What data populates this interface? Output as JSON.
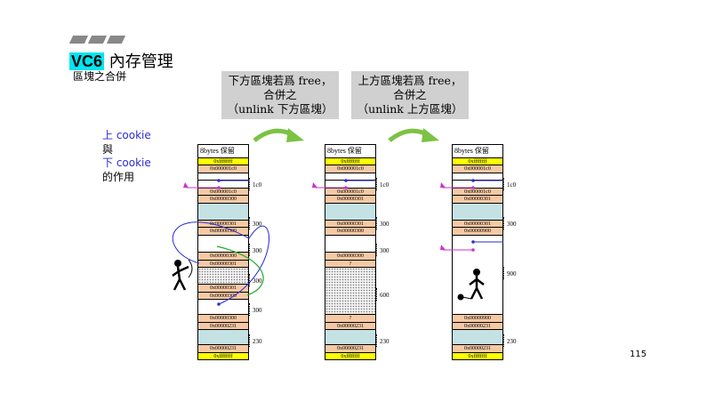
{
  "title": {
    "vc6": "VC6",
    "rest": " 內存管理"
  },
  "subtitle": "區塊之合併",
  "side_note": {
    "line1": "上 cookie",
    "line2": "與",
    "line3": "下 cookie",
    "line4": "的作用"
  },
  "callout_left": {
    "line1": "下方區塊若爲 free，",
    "line2": "合併之",
    "line3": "（unlink 下方區塊）"
  },
  "callout_right": {
    "line1": "上方區塊若爲 free，",
    "line2": "合併之",
    "line3": "（unlink 上方區塊）"
  },
  "page_number": "115",
  "colors": {
    "cookie_bg": "#f6c9a5",
    "reserved_bg": "#ffff00",
    "block_bg": "#c4e1e4",
    "arrow_green": "#7cc243",
    "link_blue": "#2b2bd6",
    "link_magenta": "#cc33cc"
  },
  "columns": [
    {
      "header": "8bytes 保留",
      "cells": [
        {
          "text": "0xffffffff",
          "style": "yel"
        },
        {
          "text": "0x000001c0",
          "style": "pch"
        },
        {
          "text": "",
          "style": "wht"
        },
        {
          "text": "",
          "style": "wht"
        },
        {
          "text": "0x000001c0",
          "style": "pch"
        },
        {
          "text": "0x00000300",
          "style": "pch"
        },
        {
          "text": "",
          "style": "teal"
        },
        {
          "text": "0x00000301",
          "style": "pch"
        },
        {
          "text": "0x00000300",
          "style": "pch"
        },
        {
          "text": "",
          "style": "wht"
        },
        {
          "text": "0x00000300",
          "style": "pch"
        },
        {
          "text": "0x00000301",
          "style": "pch"
        },
        {
          "text": "",
          "style": "dots"
        },
        {
          "text": "0x00000301",
          "style": "pch"
        },
        {
          "text": "0x00000300",
          "style": "pch"
        },
        {
          "text": "",
          "style": "wht"
        },
        {
          "text": "0x00000300",
          "style": "pch"
        },
        {
          "text": "0x00000231",
          "style": "pch"
        },
        {
          "text": "",
          "style": "teal"
        },
        {
          "text": "0x00000231",
          "style": "pch"
        },
        {
          "text": "0xffffffff",
          "style": "yel"
        }
      ],
      "sizes": [
        "1c0",
        "300",
        "300",
        "300",
        "300",
        "230"
      ]
    },
    {
      "header": "8bytes 保留",
      "cells": [
        {
          "text": "0xffffffff",
          "style": "yel"
        },
        {
          "text": "0x000001c0",
          "style": "pch"
        },
        {
          "text": "",
          "style": "wht"
        },
        {
          "text": "",
          "style": "wht"
        },
        {
          "text": "0x000001c0",
          "style": "pch"
        },
        {
          "text": "0x00000301",
          "style": "pch"
        },
        {
          "text": "",
          "style": "teal"
        },
        {
          "text": "0x00000301",
          "style": "pch"
        },
        {
          "text": "0x00000300",
          "style": "pch"
        },
        {
          "text": "",
          "style": "wht"
        },
        {
          "text": "0x00000300",
          "style": "pch"
        },
        {
          "text": "?",
          "style": "pch"
        },
        {
          "text": "",
          "style": "dots"
        },
        {
          "text": "?",
          "style": "pch"
        },
        {
          "text": "0x00000231",
          "style": "pch"
        },
        {
          "text": "",
          "style": "teal"
        },
        {
          "text": "0x00000231",
          "style": "pch"
        },
        {
          "text": "0xffffffff",
          "style": "yel"
        }
      ],
      "sizes": [
        "1c0",
        "300",
        "300",
        "600",
        "230"
      ]
    },
    {
      "header": "8bytes 保留",
      "cells": [
        {
          "text": "0xffffffff",
          "style": "yel"
        },
        {
          "text": "0x000001c0",
          "style": "pch"
        },
        {
          "text": "",
          "style": "wht"
        },
        {
          "text": "",
          "style": "wht"
        },
        {
          "text": "0x000001c0",
          "style": "pch"
        },
        {
          "text": "0x00000301",
          "style": "pch"
        },
        {
          "text": "",
          "style": "teal"
        },
        {
          "text": "0x00000301",
          "style": "pch"
        },
        {
          "text": "0x00000900",
          "style": "pch"
        },
        {
          "text": "",
          "style": "wht"
        },
        {
          "text": "0x00000900",
          "style": "pch"
        },
        {
          "text": "0x00000231",
          "style": "pch"
        },
        {
          "text": "",
          "style": "teal"
        },
        {
          "text": "0x00000231",
          "style": "pch"
        },
        {
          "text": "0xffffffff",
          "style": "yel"
        }
      ],
      "sizes": [
        "1c0",
        "300",
        "900",
        "230"
      ]
    }
  ]
}
